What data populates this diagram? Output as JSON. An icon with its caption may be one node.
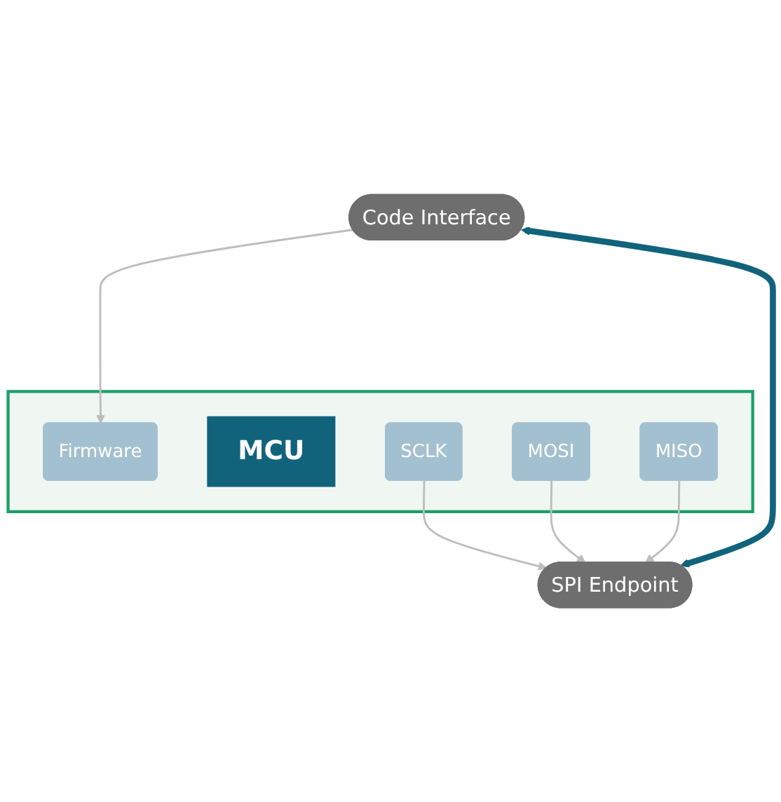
{
  "diagram": {
    "nodes": [
      {
        "text": [],
        "shape": "box"
      },
      {
        "text": [
          "Code Interface"
        ]
      },
      {
        "text": [
          "Firmware"
        ],
        "in": 0
      },
      {
        "text": [
          "MCU"
        ],
        "in": 0
      },
      {
        "text": [
          "SCLK"
        ],
        "in": 0
      },
      {
        "text": [
          "MOSI"
        ],
        "in": 0
      },
      {
        "text": [
          "MISO"
        ],
        "in": 0
      },
      {
        "text": [
          "SPI Endpoint"
        ]
      }
    ],
    "edges": [
      {
        "from": 1,
        "to": 2,
        "arrow": "to"
      },
      {
        "from": 4,
        "to": 7,
        "arrow": "to"
      },
      {
        "from": 5,
        "to": 7,
        "arrow": "to"
      },
      {
        "from": 6,
        "to": 7,
        "arrow": "to"
      },
      {
        "from": 1,
        "to": 7,
        "arrow": "both",
        "style": "thick",
        "color": "#11637b"
      }
    ]
  }
}
